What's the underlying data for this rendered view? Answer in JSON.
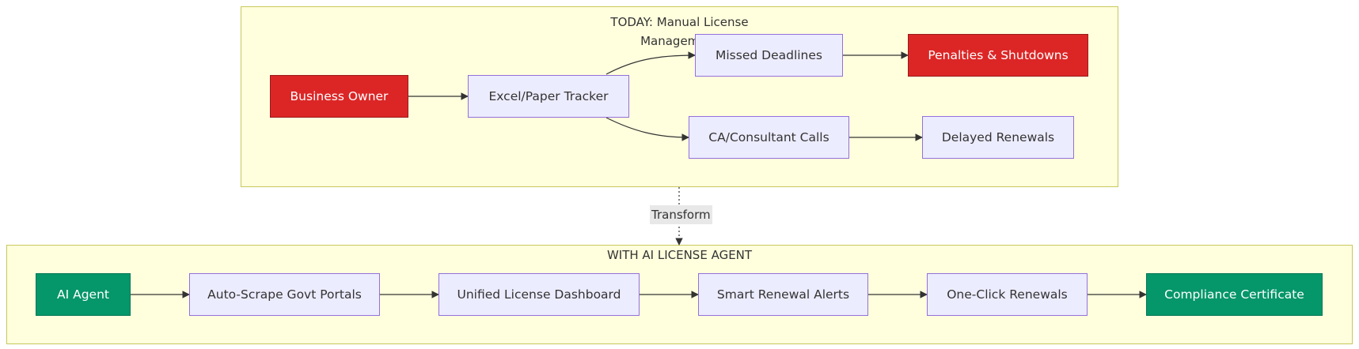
{
  "today": {
    "title_line1": "TODAY: Manual License",
    "title_line2": "Management",
    "nodes": {
      "business_owner": "Business Owner",
      "excel_tracker": "Excel/Paper Tracker",
      "missed_deadlines": "Missed Deadlines",
      "penalties": "Penalties & Shutdowns",
      "ca_calls": "CA/Consultant Calls",
      "delayed_renewals": "Delayed Renewals"
    }
  },
  "transform_label": "Transform",
  "ai": {
    "title": "WITH AI LICENSE AGENT",
    "nodes": {
      "ai_agent": "AI Agent",
      "auto_scrape": "Auto-Scrape Govt Portals",
      "dashboard": "Unified License Dashboard",
      "alerts": "Smart Renewal Alerts",
      "one_click": "One-Click Renewals",
      "certificate": "Compliance Certificate"
    }
  },
  "colors": {
    "cluster_fill": "#ffffde",
    "cluster_stroke": "#c8c85a",
    "node_fill": "#ececff",
    "node_stroke": "#9370db",
    "danger": "#dc2626",
    "success": "#059669"
  }
}
